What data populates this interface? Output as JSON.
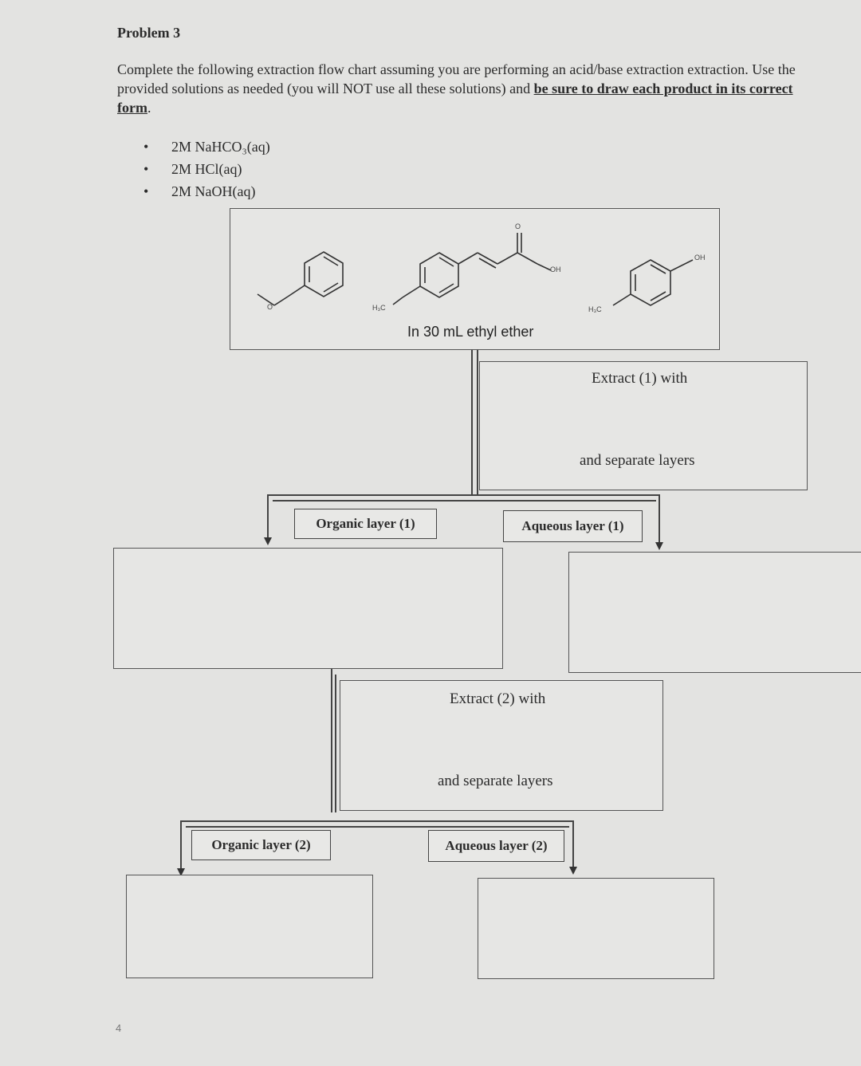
{
  "problem": {
    "title": "Problem 3",
    "intro_part1": "Complete the following extraction flow chart assuming you are performing an acid/base extraction extraction. Use the provided solutions as needed (you will NOT use all these solutions) and ",
    "intro_emph1": "be sure to draw each product in its correct form",
    "intro_end": "."
  },
  "reagents": [
    "2M NaHCO₃(aq)",
    "2M HCl(aq)",
    "2M NaOH(aq)"
  ],
  "mixture": {
    "solvent_label": "In 30 mL ethyl ether",
    "compound_labels": {
      "ether_o": "O",
      "h3c_1": "H₃C",
      "carbonyl_o": "O",
      "oh_1": "OH",
      "h3c_2": "H₃C",
      "oh_2": "OH"
    }
  },
  "extract1": {
    "line1": "Extract (1) with",
    "line2": "and separate layers"
  },
  "layers1": {
    "organic": "Organic layer (1)",
    "aqueous": "Aqueous layer (1)"
  },
  "extract2": {
    "line1": "Extract (2) with",
    "line2": "and separate layers"
  },
  "layers2": {
    "organic": "Organic layer (2)",
    "aqueous": "Aqueous layer (2)"
  },
  "page_number": "4"
}
